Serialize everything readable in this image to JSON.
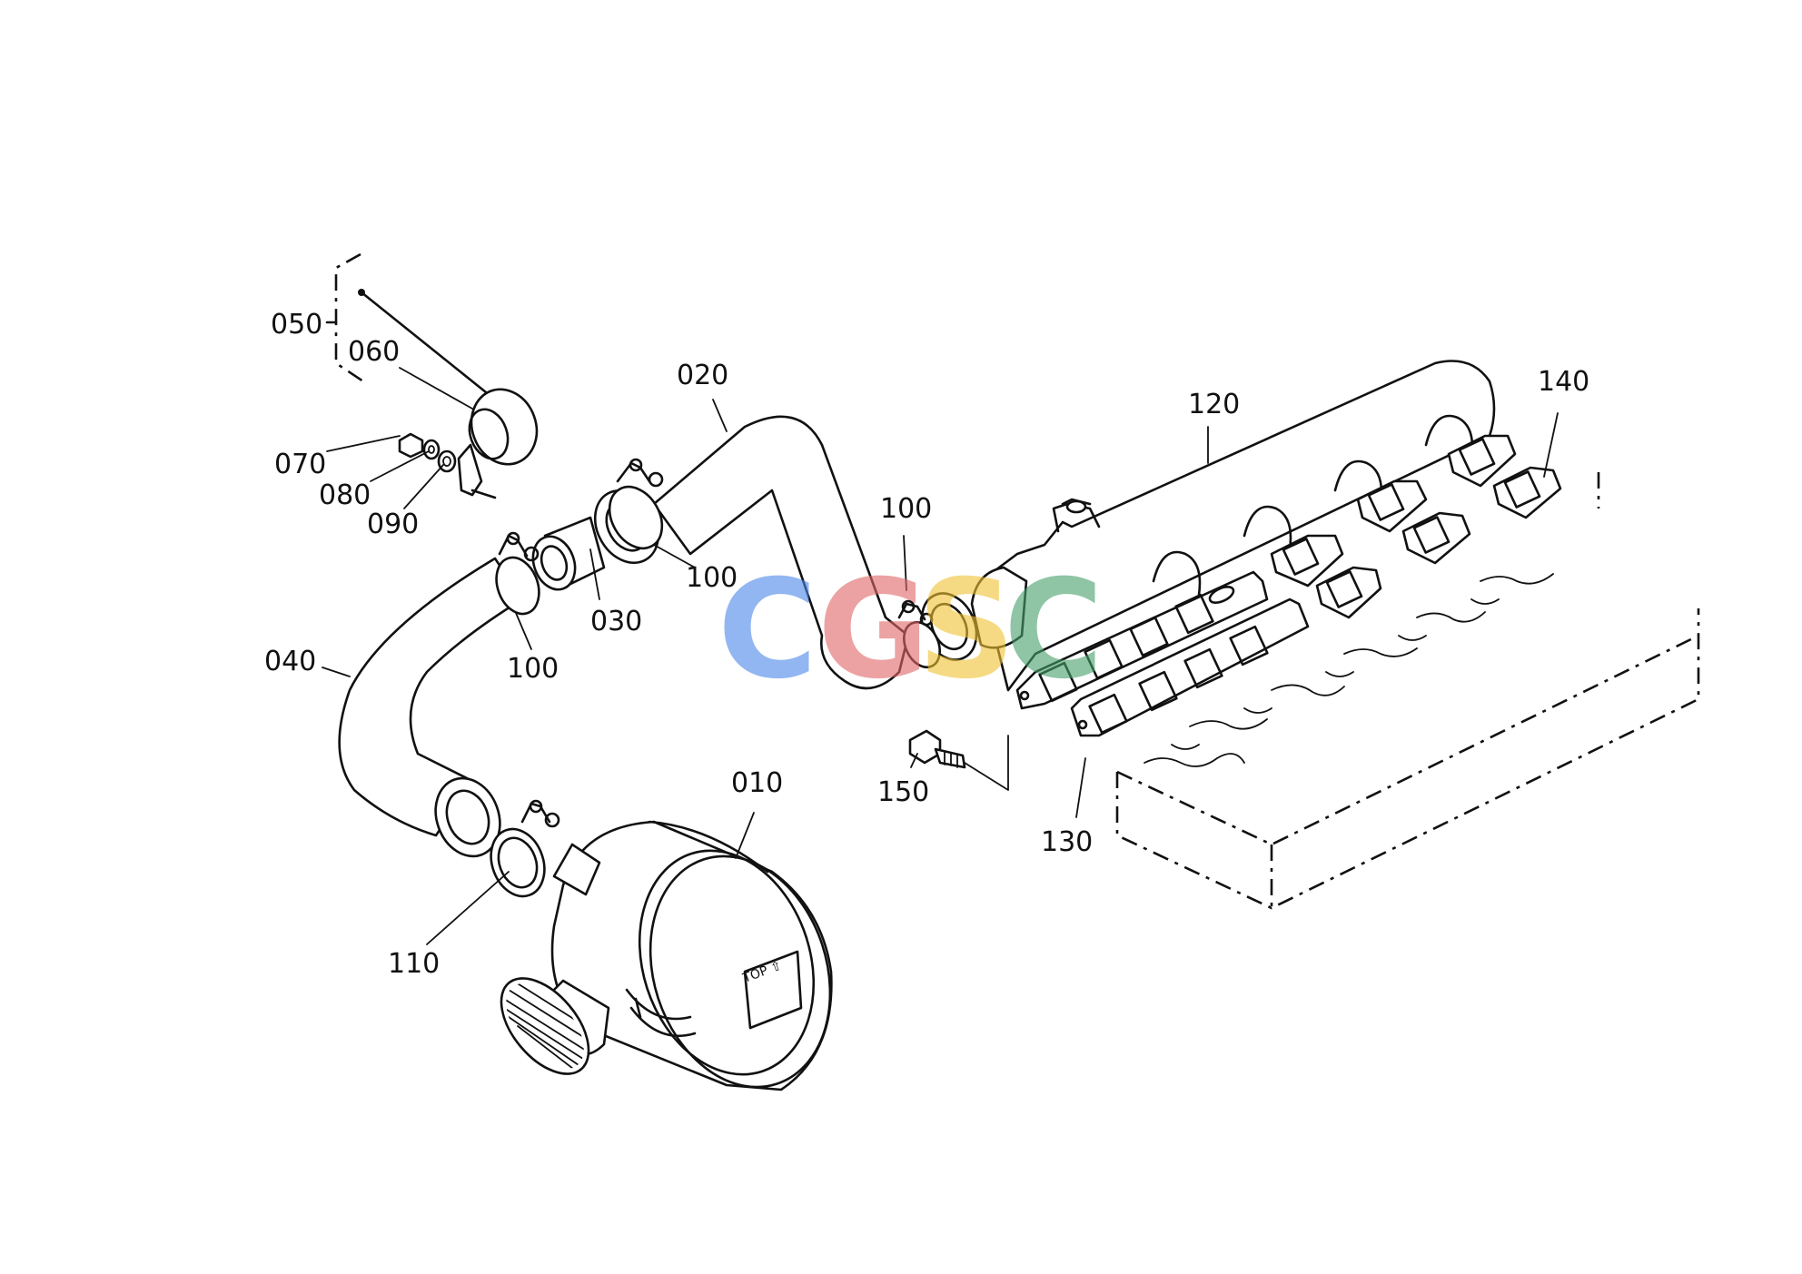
{
  "labels": {
    "p010": "010",
    "p020": "020",
    "p030": "030",
    "p040": "040",
    "p050": "050",
    "p060": "060",
    "p070": "070",
    "p080": "080",
    "p090": "090",
    "p100a": "100",
    "p100b": "100",
    "p100c": "100",
    "p110": "110",
    "p120": "120",
    "p130": "130",
    "p140": "140",
    "p150": "150"
  },
  "filter_marking": "TOP ⇧",
  "watermark": {
    "letters": [
      "C",
      "G",
      "S",
      "C"
    ],
    "colors": [
      "#4a86e8",
      "#e06666",
      "#f1c232",
      "#45a06a"
    ]
  }
}
